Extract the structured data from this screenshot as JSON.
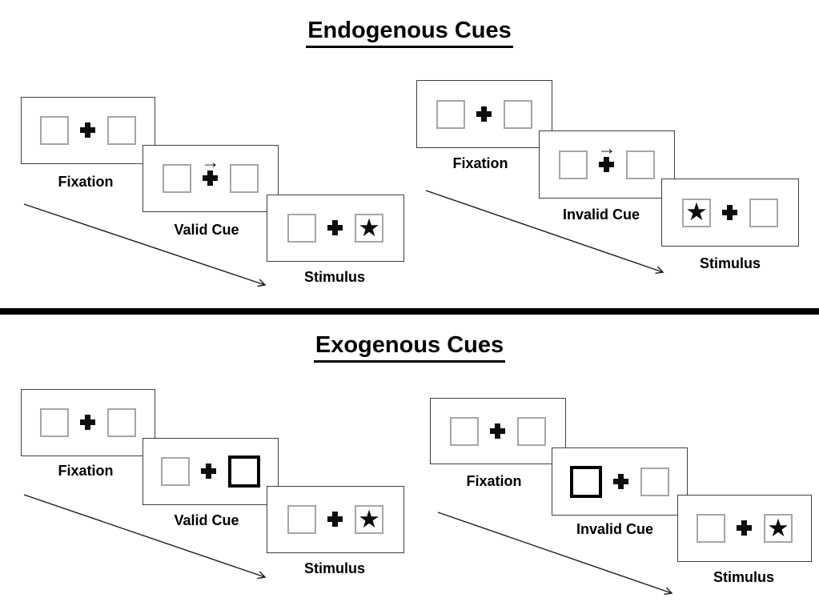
{
  "titles": {
    "endogenous": "Endogenous Cues",
    "exogenous": "Exogenous Cues"
  },
  "icons": {
    "star_glyph": "★",
    "cue_arrow_glyph": "→",
    "fixation_cross": "plus-shape",
    "timeline_arrow": "down-right-diagonal-arrow"
  },
  "colors": {
    "background": "#ffffff",
    "panel_border": "#3f3f3f",
    "box_border": "#a6a6a6",
    "cue_box_border": "#000000",
    "ink": "#000000",
    "divider": "#000000"
  },
  "sequences": [
    {
      "name": "endogenous-valid",
      "panels": [
        {
          "label": "Fixation",
          "left_box": "empty",
          "center": "cross",
          "right_box": "empty"
        },
        {
          "label": "Valid Cue",
          "left_box": "empty",
          "center": "cross-with-right-arrow",
          "right_box": "empty"
        },
        {
          "label": "Stimulus",
          "left_box": "empty",
          "center": "cross",
          "right_box": "star"
        }
      ]
    },
    {
      "name": "endogenous-invalid",
      "panels": [
        {
          "label": "Fixation",
          "left_box": "empty",
          "center": "cross",
          "right_box": "empty"
        },
        {
          "label": "Invalid Cue",
          "left_box": "empty",
          "center": "cross-with-right-arrow",
          "right_box": "empty"
        },
        {
          "label": "Stimulus",
          "left_box": "star",
          "center": "cross",
          "right_box": "empty"
        }
      ]
    },
    {
      "name": "exogenous-valid",
      "panels": [
        {
          "label": "Fixation",
          "left_box": "empty",
          "center": "cross",
          "right_box": "empty"
        },
        {
          "label": "Valid Cue",
          "left_box": "empty",
          "center": "cross",
          "right_box": "thick-outline-cue"
        },
        {
          "label": "Stimulus",
          "left_box": "empty",
          "center": "cross",
          "right_box": "star"
        }
      ]
    },
    {
      "name": "exogenous-invalid",
      "panels": [
        {
          "label": "Fixation",
          "left_box": "empty",
          "center": "cross",
          "right_box": "empty"
        },
        {
          "label": "Invalid Cue",
          "left_box": "thick-outline-cue",
          "center": "cross",
          "right_box": "empty"
        },
        {
          "label": "Stimulus",
          "left_box": "empty",
          "center": "cross",
          "right_box": "star"
        }
      ]
    }
  ]
}
